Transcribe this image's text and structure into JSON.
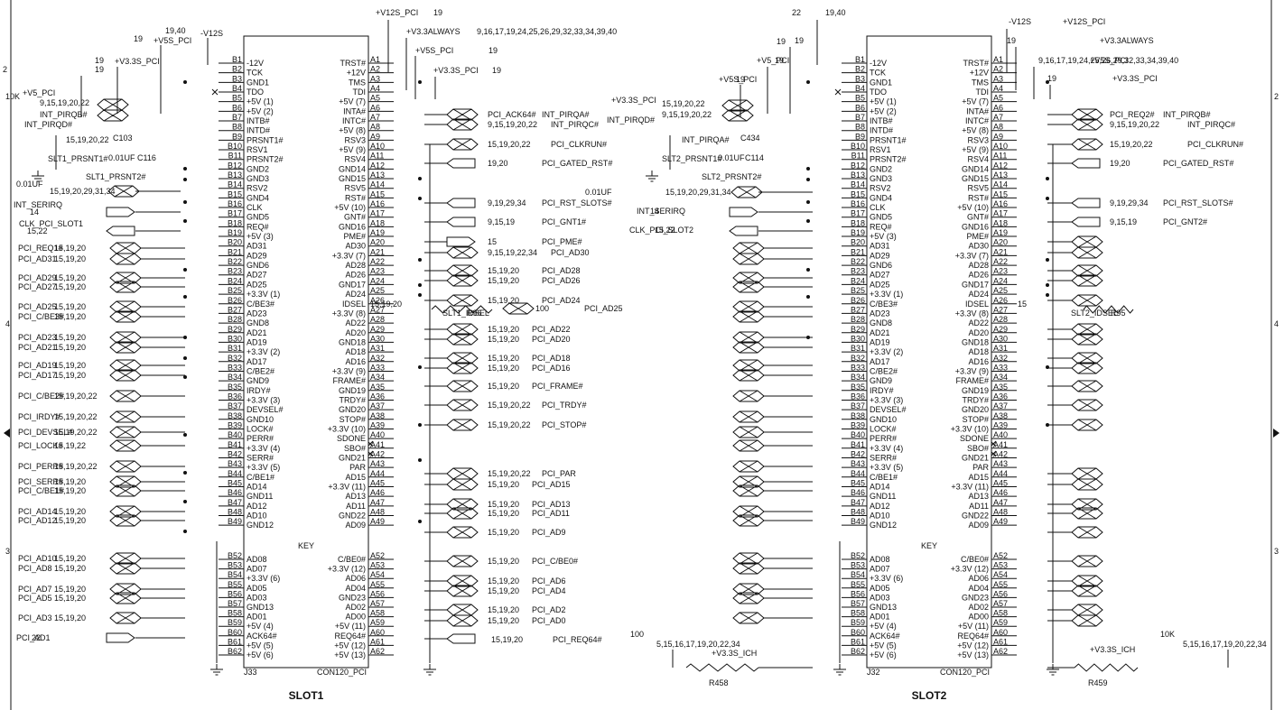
{
  "connectors": [
    {
      "name": "SLOT1",
      "ref": "J33",
      "part": "CON120_PCI",
      "key": "KEY",
      "b_inner": [
        "-12V",
        "TCK",
        "GND1",
        "TDO",
        "+5V (1)",
        "+5V (2)",
        "INTB#",
        "INTD#",
        "PRSNT1#",
        "RSV1",
        "PRSNT2#",
        "GND2",
        "GND3",
        "RSV2",
        "GND4",
        "CLK",
        "GND5",
        "REQ#",
        "+5V (3)",
        "AD31",
        "AD29",
        "GND6",
        "AD27",
        "AD25",
        "+3.3V (1)",
        "C/BE3#",
        "AD23",
        "GND8",
        "AD21",
        "AD19",
        "+3.3V (2)",
        "AD17",
        "C/BE2#",
        "GND9",
        "IRDY#",
        "+3.3V (3)",
        "DEVSEL#",
        "GND10",
        "LOCK#",
        "PERR#",
        "+3.3V (4)",
        "SERR#",
        "+3.3V (5)",
        "C/BE1#",
        "AD14",
        "GND11",
        "AD12",
        "AD10",
        "GND12"
      ],
      "a_inner": [
        "TRST#",
        "+12V",
        "TMS",
        "TDI",
        "+5V (7)",
        "INTA#",
        "INTC#",
        "+5V (8)",
        "RSV3",
        "+5V (9)",
        "RSV4",
        "GND14",
        "GND15",
        "RSV5",
        "RST#",
        "+5V (10)",
        "GNT#",
        "GND16",
        "PME#",
        "AD30",
        "+3.3V (7)",
        "AD28",
        "AD26",
        "GND17",
        "AD24",
        "IDSEL",
        "+3.3V (8)",
        "AD22",
        "AD20",
        "GND18",
        "AD18",
        "AD16",
        "+3.3V (9)",
        "FRAME#",
        "GND19",
        "TRDY#",
        "GND20",
        "STOP#",
        "+3.3V (10)",
        "SDONE",
        "SBO#",
        "GND21",
        "PAR",
        "AD15",
        "+3.3V (11)",
        "AD13",
        "AD11",
        "GND22",
        "AD09"
      ],
      "b_low": [
        "AD08",
        "AD07",
        "+3.3V (6)",
        "AD05",
        "AD03",
        "GND13",
        "AD01",
        "+5V (4)",
        "ACK64#",
        "+5V (5)",
        "+5V (6)"
      ],
      "a_low": [
        "C/BE0#",
        "+3.3V (12)",
        "AD06",
        "AD04",
        "GND23",
        "AD02",
        "AD00",
        "+5V (11)",
        "REQ64#",
        "+5V (12)",
        "+5V (13)"
      ],
      "b_num": [
        "B1",
        "B2",
        "B3",
        "B4",
        "B5",
        "B6",
        "B7",
        "B8",
        "B9",
        "B10",
        "B11",
        "B12",
        "B13",
        "B14",
        "B15",
        "B16",
        "B17",
        "B18",
        "B19",
        "B20",
        "B21",
        "B22",
        "B23",
        "B24",
        "B25",
        "B26",
        "B27",
        "B28",
        "B29",
        "B30",
        "B31",
        "B32",
        "B33",
        "B34",
        "B35",
        "B36",
        "B37",
        "B38",
        "B39",
        "B40",
        "B41",
        "B42",
        "B43",
        "B44",
        "B45",
        "B46",
        "B47",
        "B48",
        "B49"
      ],
      "b_num_low": [
        "B52",
        "B53",
        "B54",
        "B55",
        "B56",
        "B57",
        "B58",
        "B59",
        "B60",
        "B61",
        "B62"
      ],
      "a_num": [
        "A1",
        "A2",
        "A3",
        "A4",
        "A5",
        "A6",
        "A7",
        "A8",
        "A9",
        "A10",
        "A11",
        "A12",
        "A13",
        "A14",
        "A15",
        "A16",
        "A17",
        "A18",
        "A19",
        "A20",
        "A21",
        "A22",
        "A23",
        "A24",
        "A25",
        "A26",
        "A27",
        "A28",
        "A29",
        "A30",
        "A31",
        "A32",
        "A33",
        "A34",
        "A35",
        "A36",
        "A37",
        "A38",
        "A39",
        "A40",
        "A41",
        "A42",
        "A43",
        "A44",
        "A45",
        "A46",
        "A47",
        "A48",
        "A49"
      ],
      "a_num_low": [
        "A52",
        "A53",
        "A54",
        "A55",
        "A56",
        "A57",
        "A58",
        "A59",
        "A60",
        "A61",
        "A62"
      ]
    },
    {
      "name": "SLOT2",
      "ref": "J32",
      "part": "CON120_PCI",
      "key": "KEY"
    }
  ],
  "labels": [
    "+V12S_PCI",
    "19",
    "+V3.3ALWAYS",
    "9,16,17,19,24,25,26,29,32,33,34,39,40",
    "+V5S_PCI",
    "19",
    "+V3.3S_PCI",
    "19",
    "19,40",
    "-V12S",
    "19",
    "+V5S_PCI",
    "19",
    "+V3.3S_PCI",
    "19",
    "+V5_PCI",
    "9,15,19,20,22",
    "INT_PIRQB#",
    "INT_PIRQD#",
    "15,19,20,22",
    "C103",
    "SLT1_PRSNT1#",
    "0.01UF",
    "C116",
    "SLT1_PRSNT2#",
    "0.01UF",
    "15,19,20,29,31,34",
    "INT_SERIRQ",
    "14",
    "CLK_PCI_SLOT1",
    "15,22",
    "PCI_REQ1#",
    "15,19,20",
    "PCI_AD31",
    "15,19,20",
    "PCI_AD29",
    "15,19,20",
    "PCI_AD27",
    "15,19,20",
    "PCI_AD25",
    "15,19,20",
    "PCI_C/BE3#",
    "15,19,20",
    "PCI_AD23",
    "15,19,20",
    "PCI_AD21",
    "15,19,20",
    "PCI_AD19",
    "15,19,20",
    "PCI_AD17",
    "15,19,20",
    "PCI_C/BE2#",
    "15,19,20,22",
    "PCI_IRDY#",
    "15,19,20,22",
    "PCI_DEVSEL#",
    "15,19,20,22",
    "PCI_LOCK#",
    "15,19,22",
    "PCI_PERR#",
    "15,19,20,22",
    "PCI_SERR#",
    "15,19,20",
    "PCI_C/BE1#",
    "15,19,20",
    "PCI_AD14",
    "15,19,20",
    "PCI_AD12",
    "15,19,20",
    "PCI_AD10",
    "15,19,20",
    "PCI_AD8",
    "15,19,20",
    "PCI_AD7",
    "15,19,20",
    "PCI_AD5",
    "15,19,20",
    "PCI_AD3",
    "15,19,20",
    "PCI_AD1",
    "22",
    "PCI_ACK64#",
    "INT_PIRQA#",
    "9,15,19,20,22",
    "INT_PIRQC#",
    "15,19,20,22",
    "PCI_CLKRUN#",
    "19,20",
    "PCI_GATED_RST#",
    "9,19,29,34",
    "PCI_RST_SLOTS#",
    "9,15,19",
    "PCI_GNT1#",
    "15",
    "PCI_PME#",
    "9,15,19,22,34",
    "PCI_AD30",
    "15,19,20",
    "PCI_AD28",
    "15,19,20",
    "PCI_AD26",
    "15,19,20",
    "PCI_AD24",
    "15,19,20",
    "SLT1_IDSEL",
    "R96",
    "100",
    "PCI_AD25",
    "15,19,20",
    "PCI_AD22",
    "15,19,20",
    "PCI_AD20",
    "15,19,20",
    "PCI_AD18",
    "15,19,20",
    "PCI_AD16",
    "15,19,20",
    "PCI_FRAME#",
    "15,19,20,22",
    "PCI_TRDY#",
    "15,19,20,22",
    "PCI_STOP#",
    "15,19,20,22",
    "PCI_PAR",
    "15,19,20",
    "PCI_AD15",
    "15,19,20",
    "PCI_AD13",
    "15,19,20",
    "PCI_AD11",
    "15,19,20",
    "PCI_AD9",
    "15,19,20",
    "PCI_C/BE0#",
    "15,19,20",
    "PCI_AD6",
    "15,19,20",
    "PCI_AD4",
    "15,19,20",
    "PCI_AD2",
    "15,19,20",
    "PCI_AD0",
    "15,19,20",
    "PCI_REQ64#",
    "22",
    "19,40",
    "-V12S",
    "+V12S_PCI",
    "19",
    "+V3.3ALWAYS",
    "9,16,17,19,24,25,26,29,32,33,34,39,40",
    "+V5S_PCI",
    "19",
    "+V3.3S_PCI",
    "19",
    "19",
    "+V5_PCI",
    "19",
    "+V5S_PCI",
    "19",
    "+V3.3S_PCI",
    "15,19,20,22",
    "INT_PIRQD#",
    "9,15,19,20,22",
    "INT_PIRQA#",
    "C434",
    "SLT2_PRSNT1#",
    "0.01UF",
    "C114",
    "SLT2_PRSNT2#",
    "0.01UF",
    "15,19,20,29,31,34",
    "INT_SERIRQ",
    "14",
    "CLK_PCI_SLOT2",
    "15,22",
    "PCI_REQ2#",
    "INT_PIRQB#",
    "9,15,19,20,22",
    "INT_PIRQC#",
    "15,19,20,22",
    "PCI_CLKRUN#",
    "19,20",
    "PCI_GATED_RST#",
    "9,19,29,34",
    "PCI_RST_SLOTS#",
    "9,15,19",
    "PCI_GNT2#",
    "15",
    "SLT2_IDSEL",
    "R95",
    "100",
    "5,15,16,17,19,20,22,34",
    "+V3.3S_ICH",
    "R458",
    "10K",
    "5,15,16,17,19,20,22,34",
    "+V3.3S_ICH",
    "R459",
    "10K",
    "4",
    "3",
    "2",
    "4",
    "3",
    "2",
    "19"
  ]
}
